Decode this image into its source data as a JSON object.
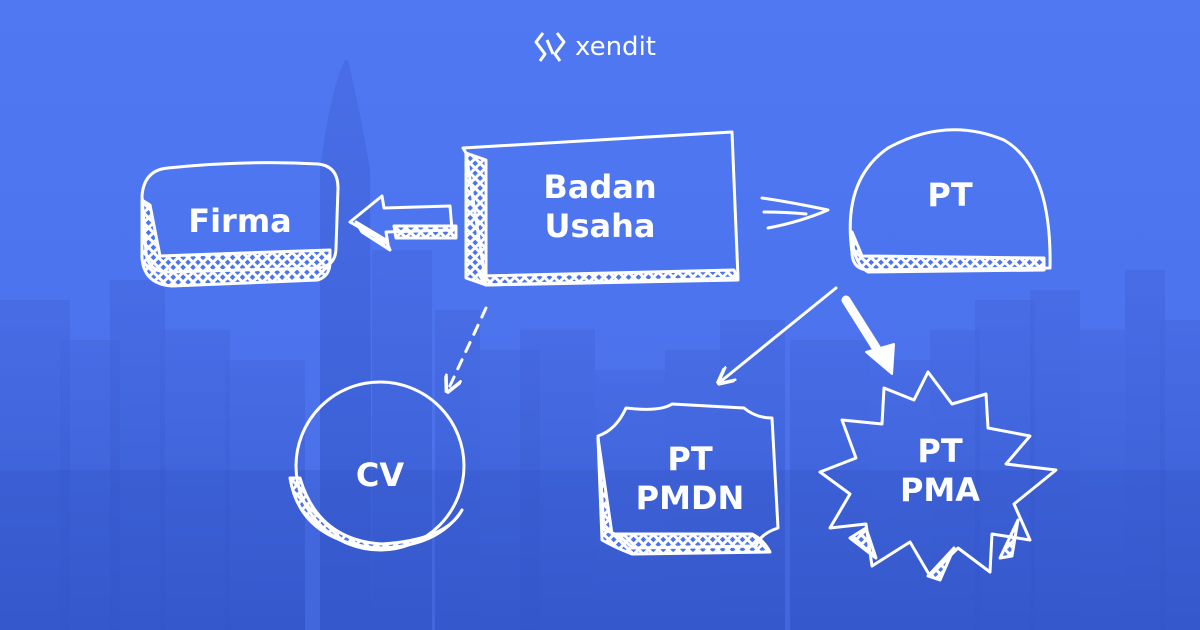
{
  "brand": {
    "name": "xendit",
    "icon": "xendit-logo-icon"
  },
  "diagram": {
    "nodes": {
      "root": "Badan\nUsaha",
      "firma": "Firma",
      "pt": "PT",
      "cv": "CV",
      "pt_pmdn": "PT\nPMDN",
      "pt_pma": "PT\nPMA"
    },
    "edges": [
      {
        "from": "root",
        "to": "firma",
        "style": "block-arrow"
      },
      {
        "from": "root",
        "to": "pt",
        "style": "double-chevron"
      },
      {
        "from": "root",
        "to": "cv",
        "style": "dashed"
      },
      {
        "from": "pt",
        "to": "pt_pmdn",
        "style": "thin"
      },
      {
        "from": "pt",
        "to": "pt_pma",
        "style": "bold"
      }
    ]
  },
  "colors": {
    "background": "#4c74ee",
    "skyline": "#3d62d8",
    "stroke": "#ffffff"
  }
}
